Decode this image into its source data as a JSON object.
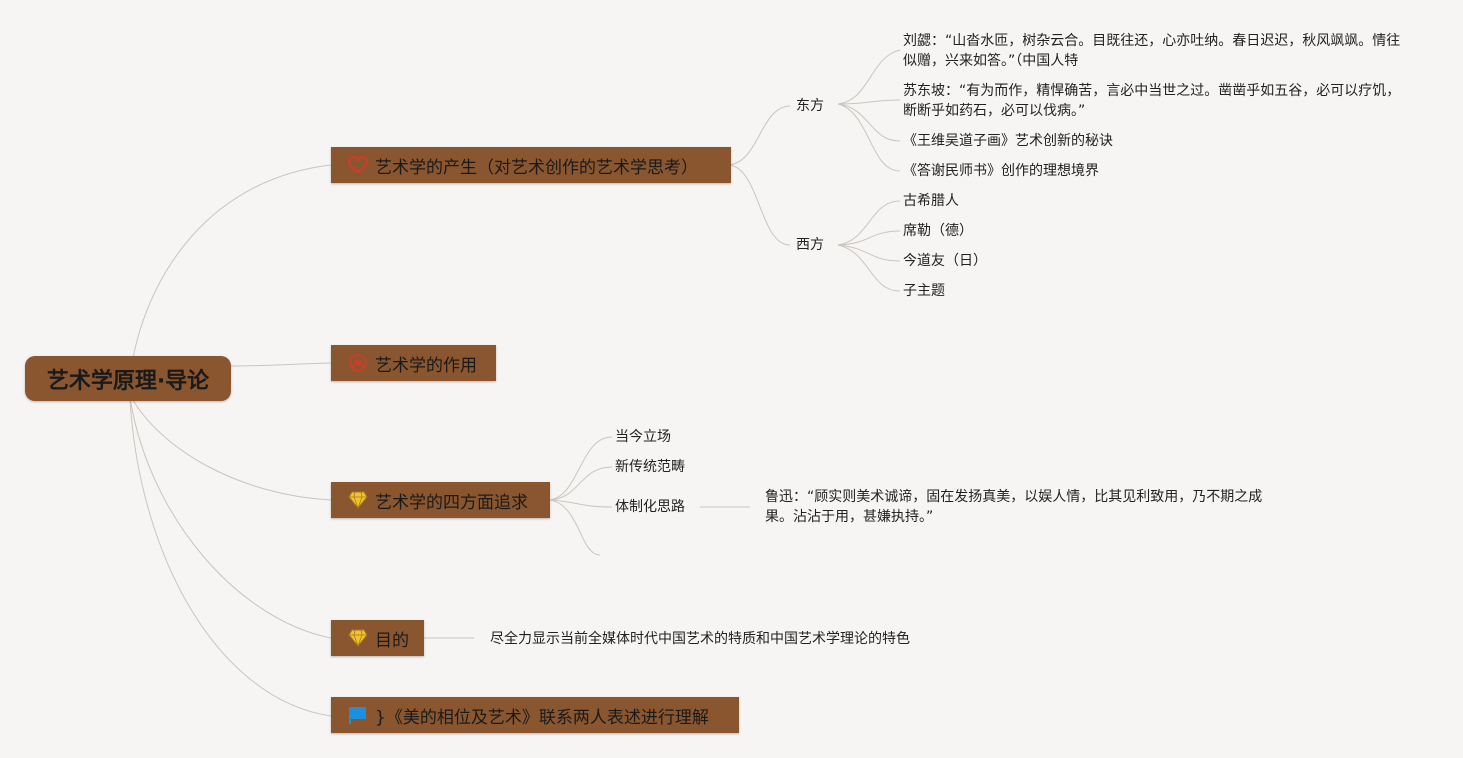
{
  "root": {
    "title": "艺术学原理·导论"
  },
  "branches": [
    {
      "label": "艺术学的产生（对艺术创作的艺术学思考）",
      "icon": "heart-icon",
      "icon_color": "#d23a2a"
    },
    {
      "label": "艺术学的作用",
      "icon": "goal-icon",
      "icon_color": "#d23a2a"
    },
    {
      "label": "艺术学的四方面追求",
      "icon": "diamond-icon",
      "icon_color": "#f2c230"
    },
    {
      "label": "目的",
      "icon": "diamond-icon",
      "icon_color": "#f2c230"
    },
    {
      "label": "}《美的相位及艺术》联系两人表述进行理解",
      "icon": "flag-icon",
      "icon_color": "#1d8fdc"
    }
  ],
  "origin": {
    "east": {
      "label": "东方",
      "items": [
        "刘勰：“山沓水匝，树杂云合。目既往还，心亦吐纳。春日迟迟，秋风飒飒。情往似赠，兴来如答。”（中国人特",
        "苏东坡：“有为而作，精悍确苦，言必中当世之过。凿凿乎如五谷，必可以疗饥，断断乎如药石，必可以伐病。”",
        "《王维吴道子画》艺术创新的秘诀",
        "《答谢民师书》创作的理想境界"
      ]
    },
    "west": {
      "label": "西方",
      "items": [
        "古希腊人",
        "席勒（德）",
        "今道友（日）",
        "子主题"
      ]
    }
  },
  "pursuits": {
    "items": [
      "当今立场",
      "新传统范畴",
      "体制化思路",
      ""
    ],
    "luxun": "鲁迅：“顾实则美术诚谛，固在发扬真美，以娱人情，比其见利致用，乃不期之成果。沾沾于用，甚嫌执持。”"
  },
  "purpose": {
    "text": "尽全力显示当前全媒体时代中国艺术的特质和中国艺术学理论的特色"
  },
  "colors": {
    "node_fill": "#8a5630",
    "line": "#c9c4bf",
    "background": "#f7f5f3"
  }
}
